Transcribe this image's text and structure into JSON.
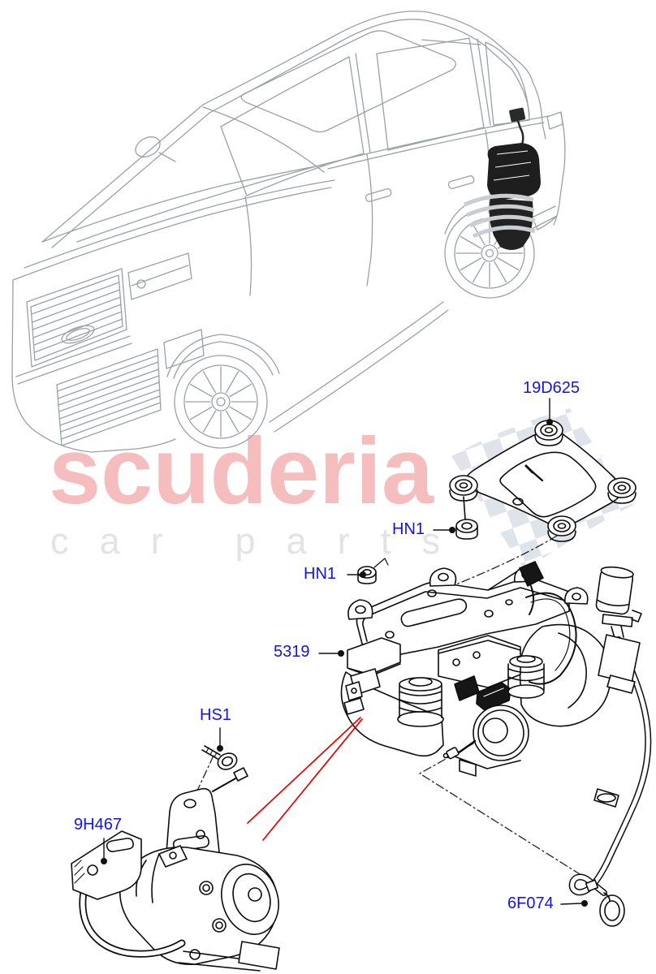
{
  "watermark": {
    "brand": "scuderia",
    "tagline": "car parts",
    "brand_color": "#f5bdbd",
    "tagline_color": "#e3e3e3",
    "flag_checker_color": "#dfe4ea"
  },
  "diagram": {
    "label_color": "#1414e6",
    "callout_line_color": "#111111",
    "highlight_line_color": "#e60000",
    "vehicle_line_color": "#9ba0a4",
    "parts": {
      "bracket": {
        "label": "19D625"
      },
      "nut_upper": {
        "label": "HN1"
      },
      "nut_lower": {
        "label": "HN1"
      },
      "compressor": {
        "label": "5319"
      },
      "bolt": {
        "label": "HS1"
      },
      "motor": {
        "label": "9H467"
      },
      "tube": {
        "label": "6F074"
      }
    }
  }
}
